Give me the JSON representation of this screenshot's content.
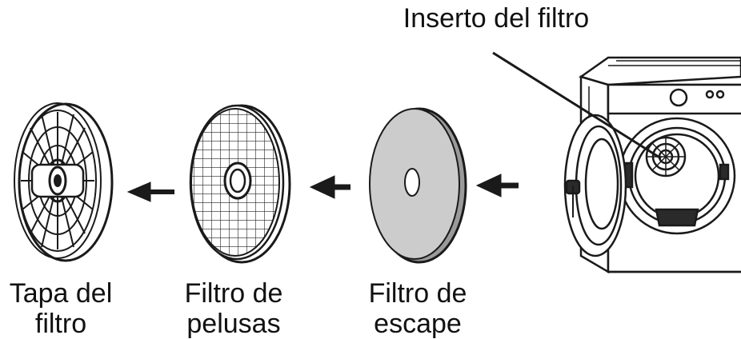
{
  "labels": {
    "filter_insert": "Inserto del filtro",
    "filter_cap": [
      "Tapa del",
      "filtro"
    ],
    "lint_filter": [
      "Filtro de",
      "pelusas"
    ],
    "exhaust_filter": [
      "Filtro de",
      "escape"
    ]
  },
  "icons": [
    "arrow-left-icon",
    "dryer-icon",
    "filter-cap-icon",
    "lint-filter-icon",
    "exhaust-filter-icon"
  ],
  "colors": {
    "line": "#1a1a1a",
    "exhaust_fill": "#c8c8c8",
    "dark_part": "#2a2a2a"
  }
}
